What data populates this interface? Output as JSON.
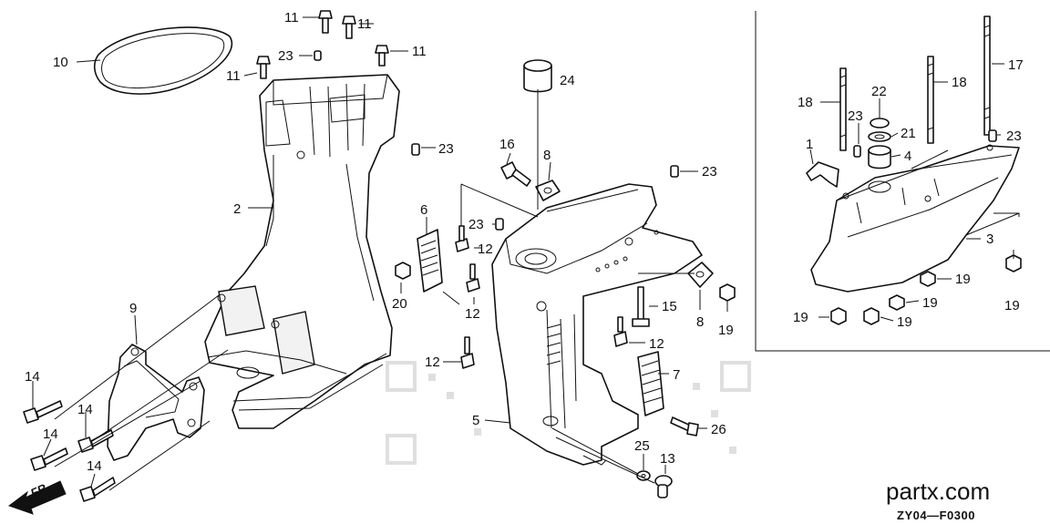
{
  "watermark": "partx.com",
  "diagram_code": "ZY04—F0300",
  "front_indicator": "FR.",
  "callouts": {
    "c1": "1",
    "c2": "2",
    "c3": "3",
    "c4": "4",
    "c5": "5",
    "c6": "6",
    "c7": "7",
    "c8a": "8",
    "c8b": "8",
    "c9": "9",
    "c10": "10",
    "c11a": "11",
    "c11b": "11",
    "c11c": "11",
    "c11d": "11",
    "c12a": "12",
    "c12b": "12",
    "c12c": "12",
    "c12d": "12",
    "c13": "13",
    "c14a": "14",
    "c14b": "14",
    "c14c": "14",
    "c14d": "14",
    "c15": "15",
    "c16": "16",
    "c17": "17",
    "c18a": "18",
    "c18b": "18",
    "c19a": "19",
    "c19b": "19",
    "c19c": "19",
    "c19d": "19",
    "c19e": "19",
    "c19f": "19",
    "c20": "20",
    "c21": "21",
    "c22": "22",
    "c23a": "23",
    "c23b": "23",
    "c23c": "23",
    "c23d": "23",
    "c23e": "23",
    "c23f": "23",
    "c24": "24",
    "c25": "25",
    "c26": "26"
  }
}
